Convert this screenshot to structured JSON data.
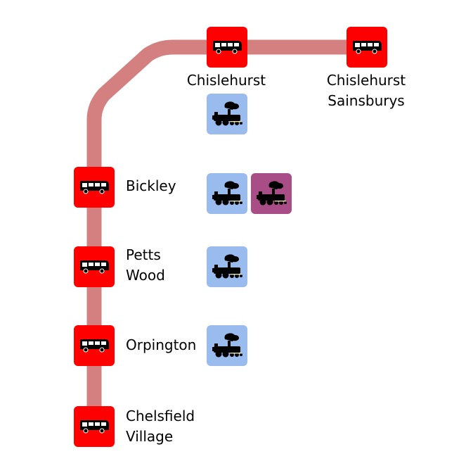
{
  "map": {
    "route_color": "#d48080",
    "bus_stop_color": "#ff0000",
    "rail_color": "#99bbee",
    "rail_alt_color": "#a84d85"
  },
  "stops": [
    {
      "id": "chislehurst",
      "label_lines": [
        "Chislehurst"
      ],
      "icon": "bus-icon",
      "connections": [
        {
          "type": "rail",
          "icon": "steam-train-icon"
        }
      ]
    },
    {
      "id": "chislehurst-sainsburys",
      "label_lines": [
        "Chislehurst",
        "Sainsburys"
      ],
      "icon": "bus-icon",
      "connections": []
    },
    {
      "id": "bickley",
      "label_lines": [
        "Bickley"
      ],
      "icon": "bus-icon",
      "connections": [
        {
          "type": "rail",
          "icon": "steam-train-icon"
        },
        {
          "type": "rail-alt",
          "icon": "steam-train-icon"
        }
      ]
    },
    {
      "id": "petts-wood",
      "label_lines": [
        "Petts",
        "Wood"
      ],
      "icon": "bus-icon",
      "connections": [
        {
          "type": "rail",
          "icon": "steam-train-icon"
        }
      ]
    },
    {
      "id": "orpington",
      "label_lines": [
        "Orpington"
      ],
      "icon": "bus-icon",
      "connections": [
        {
          "type": "rail",
          "icon": "steam-train-icon"
        }
      ]
    },
    {
      "id": "chelsfield-village",
      "label_lines": [
        "Chelsfield",
        "Village"
      ],
      "icon": "bus-icon",
      "connections": []
    }
  ]
}
